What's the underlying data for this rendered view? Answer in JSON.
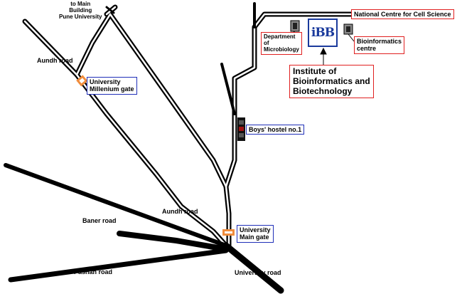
{
  "roads": {
    "to_main_building": "to Main\nBuilding\nPune University",
    "aundh_road_upper": "Aundh road",
    "aundh_road_lower": "Aundh road",
    "baner_road": "Baner road",
    "pashan_road": "Pashan road",
    "university_road": "University road"
  },
  "places": {
    "millenium_gate": "University\nMillenium gate",
    "main_gate": "University\nMain gate",
    "boys_hostel": "Boys' hostel no.1",
    "microbiology": "Department\nof\nMicrobiology",
    "ncc": "National Centre for Cell Science",
    "bioinformatics_centre": "Bioinformatics\ncentre",
    "ibb": "Institute of\nBioinformatics and\nBiotechnology",
    "ibb_logo": "iBB"
  },
  "colors": {
    "road": "#000000",
    "gate_marker": "#f08c3c",
    "blue_box": "#1f2fb8",
    "red_box": "#e02020",
    "building": "#8a8a8a",
    "hostel_dark": "#222222",
    "hostel_red": "#a01010",
    "logo_blue": "#1a3a9c"
  }
}
